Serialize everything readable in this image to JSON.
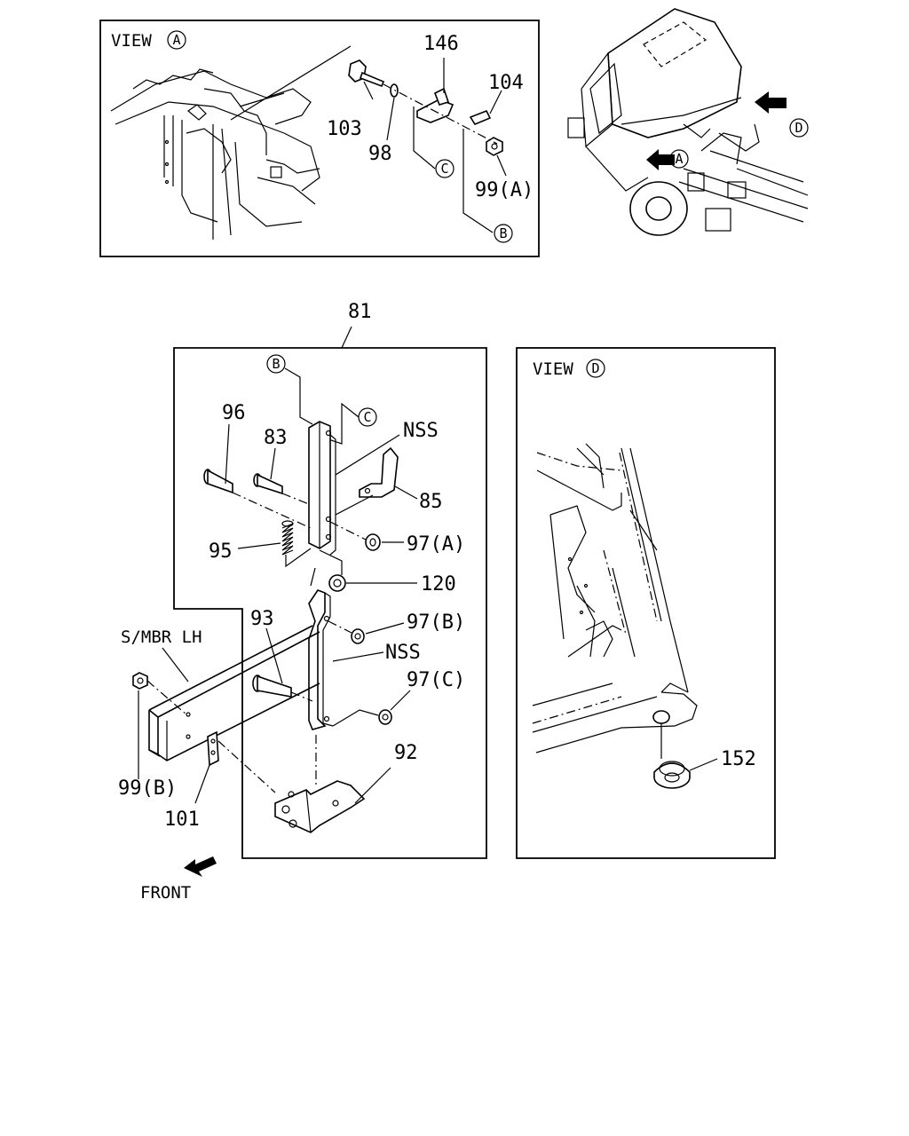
{
  "views": {
    "view_a": {
      "word": "VIEW",
      "letter": "A"
    },
    "view_d": {
      "word": "VIEW",
      "letter": "D"
    }
  },
  "refs": {
    "a": "A",
    "b": "B",
    "c": "C",
    "d": "D"
  },
  "parts": {
    "p81": "81",
    "p83": "83",
    "p85": "85",
    "p92": "92",
    "p93": "93",
    "p95": "95",
    "p96": "96",
    "p97a": "97(A)",
    "p97b": "97(B)",
    "p97c": "97(C)",
    "p98": "98",
    "p99a": "99(A)",
    "p99b": "99(B)",
    "p101": "101",
    "p103": "103",
    "p104": "104",
    "p120": "120",
    "p146": "146",
    "p152": "152",
    "nss1": "NSS",
    "nss2": "NSS"
  },
  "labels": {
    "smbr": "S/MBR LH",
    "front": "FRONT"
  }
}
